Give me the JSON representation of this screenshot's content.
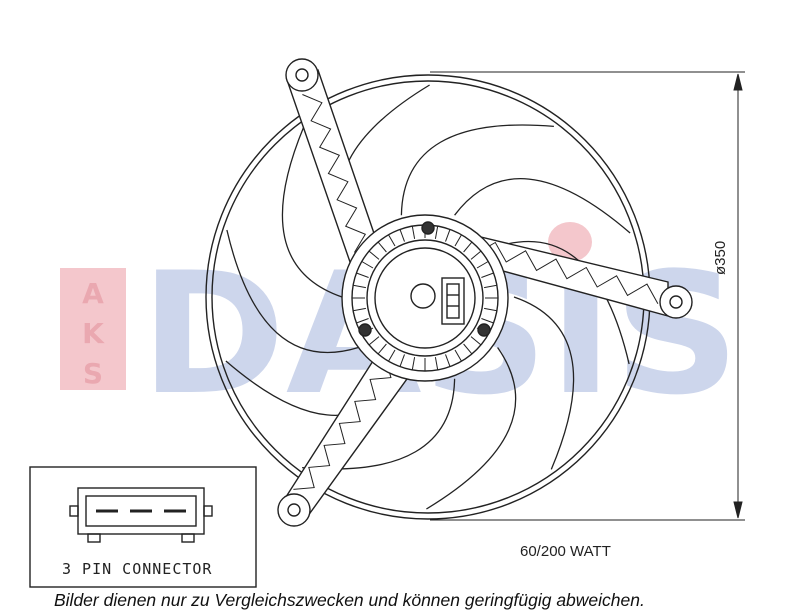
{
  "watermark": {
    "brand": "DASIS",
    "side_letters": [
      "A",
      "K",
      "S"
    ],
    "colors": {
      "red": "#f4c7cc",
      "blue": "#cdd6ec"
    }
  },
  "fan": {
    "diameter_label": "ø350",
    "power_label": "60/200 WATT",
    "blade_count": 10
  },
  "connector": {
    "label": "3 PIN CONNECTOR"
  },
  "disclaimer": "Bilder dienen nur zu Vergleichszwecken und können geringfügig abweichen."
}
